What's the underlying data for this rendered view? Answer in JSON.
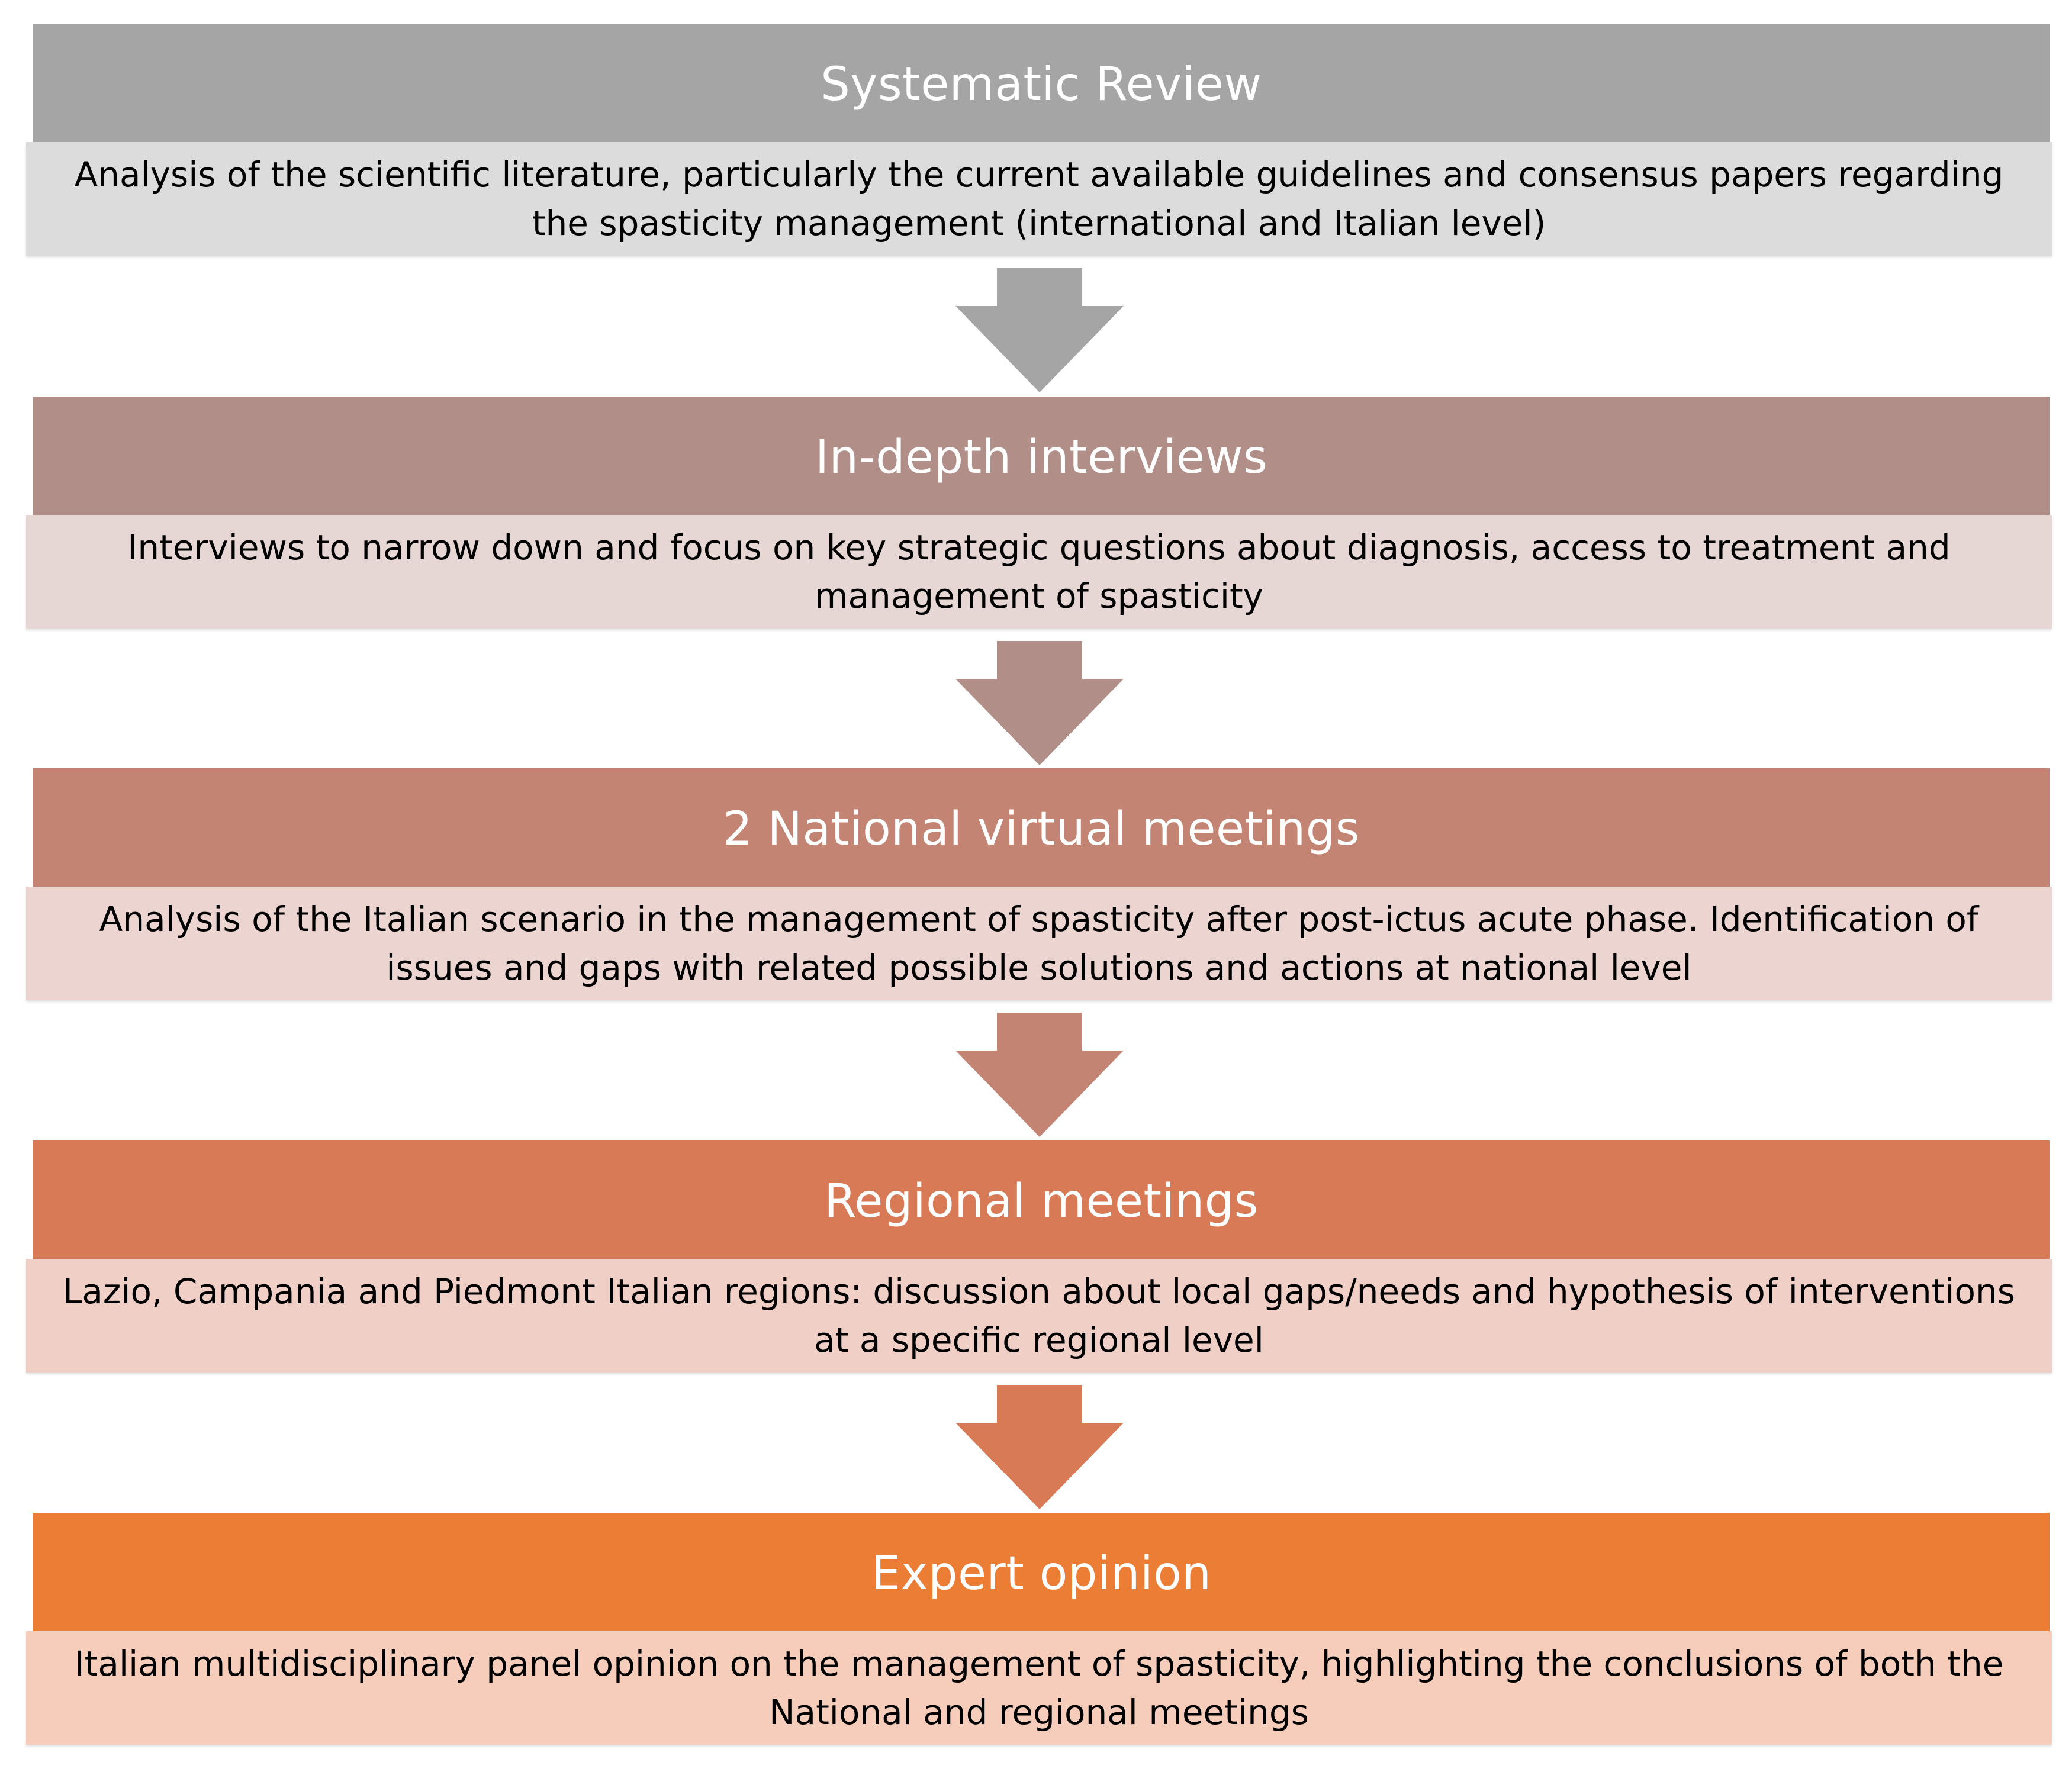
{
  "stages": [
    {
      "title": "Systematic Review",
      "description": "Analysis of the scientific literature, particularly the current available guidelines and consensus papers regarding the spasticity management (international and Italian level)",
      "header_color": "#a5a5a5",
      "body_color": "#dcdcdc",
      "arrow_color": "#a5a5a5"
    },
    {
      "title": "In-depth interviews",
      "description": "Interviews to narrow down and focus on key strategic questions about diagnosis, access to treatment and management of spasticity",
      "header_color": "#b18f88",
      "body_color": "#e6d6d4",
      "arrow_color": "#b18f88"
    },
    {
      "title": "2 National virtual meetings",
      "description": "Analysis of the Italian scenario in the management of spasticity after post-ictus acute phase. Identification of issues and gaps with related possible solutions and actions at national level",
      "header_color": "#c48473",
      "body_color": "#ecd4d0",
      "arrow_color": "#c48473"
    },
    {
      "title": "Regional meetings",
      "description": "Lazio, Campania and Piedmont Italian regions: discussion about local gaps/needs and hypothesis of interventions at a specific regional level",
      "header_color": "#d77a55",
      "body_color": "#f0cfc6",
      "arrow_color": "#d77a55"
    },
    {
      "title": "Expert opinion",
      "description": "Italian multidisciplinary panel opinion on the management of spasticity, highlighting the conclusions of both the National and regional meetings",
      "header_color": "#ec7d34",
      "body_color": "#f6cdbb",
      "arrow_color": null
    }
  ]
}
